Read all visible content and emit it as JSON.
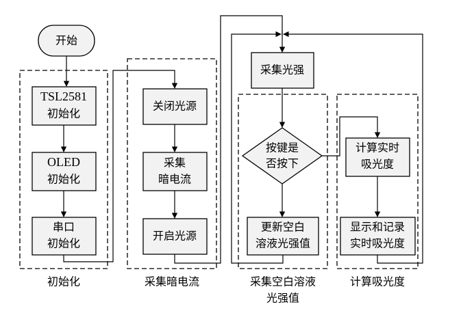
{
  "nodes": {
    "start": "开始",
    "tsl_init": [
      "TSL2581",
      "初始化"
    ],
    "oled_init": [
      "OLED",
      "初始化"
    ],
    "serial_init": [
      "串口",
      "初始化"
    ],
    "light_off": "关闭光源",
    "collect_dark": [
      "采集",
      "暗电流"
    ],
    "light_on": "开启光源",
    "collect_light": "采集光强",
    "key_decision": [
      "按键是",
      "否按下"
    ],
    "update_blank": [
      "更新空白",
      "溶液光强值"
    ],
    "calc_abs": [
      "计算实时",
      "吸光度"
    ],
    "display_record": [
      "显示和记录",
      "实时吸光度"
    ]
  },
  "groups": {
    "init": "初始化",
    "dark": "采集暗电流",
    "blank": [
      "采集空白溶液",
      "光强值"
    ],
    "calc": "计算吸光度"
  }
}
